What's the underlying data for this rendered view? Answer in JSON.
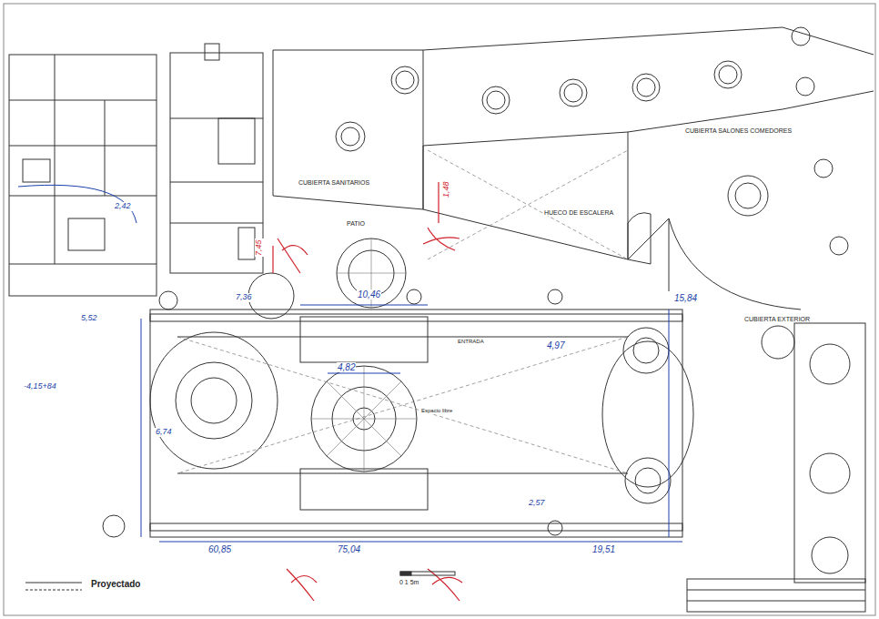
{
  "diagram": {
    "nodes": [
      {
        "text": [
          "CUBIERTA SANITARIOS"
        ]
      },
      {
        "text": [
          "PATIO"
        ]
      },
      {
        "text": [
          "HUECO DE ESCALERA"
        ]
      },
      {
        "text": [
          "CUBIERTA SALONES COMEDORES"
        ]
      },
      {
        "text": [
          "CUBIERTA EXTERIOR"
        ]
      }
    ],
    "labels": [
      "10,46",
      "4,82",
      "4,97",
      "75,04",
      "60,85",
      "19,51",
      "15,84",
      "2,42",
      "7,36",
      "5,52",
      "6,74",
      "2,57",
      "-4,15+84",
      "7,45",
      "1,48",
      "ENTRADA",
      "Espacio libre",
      "0 1 5m"
    ],
    "legend": [
      {
        "text": "Proyectado"
      }
    ]
  }
}
